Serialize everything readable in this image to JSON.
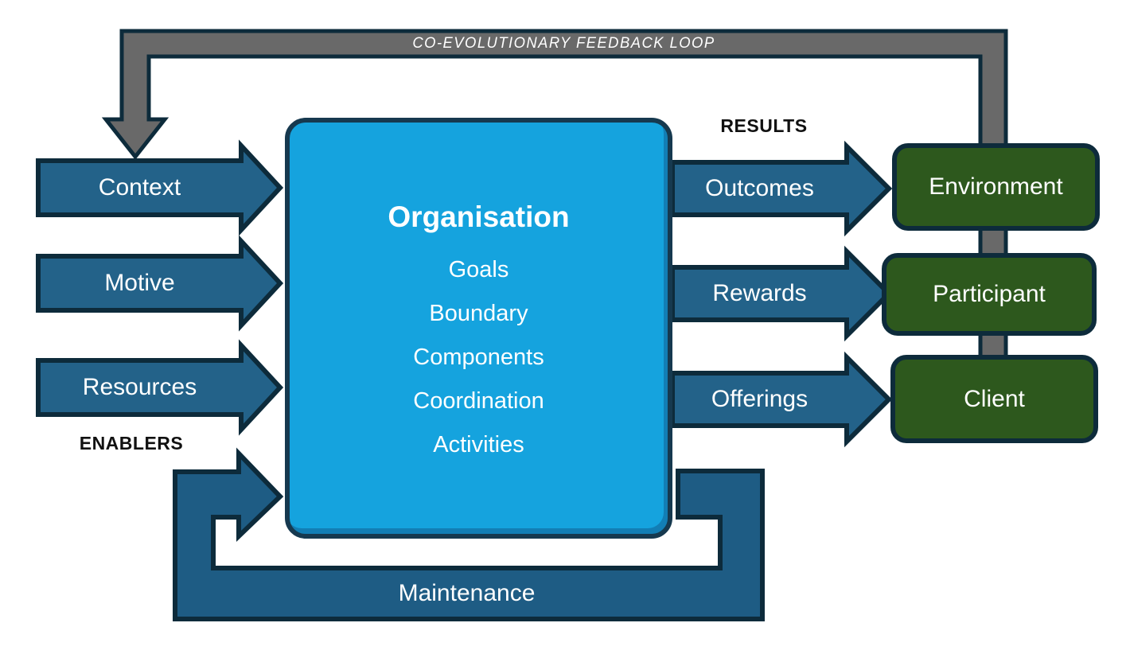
{
  "diagram": {
    "feedback_loop_label": "CO-EVOLUTIONARY FEEDBACK LOOP",
    "enablers": {
      "heading": "ENABLERS",
      "arrows": [
        "Context",
        "Motive",
        "Resources"
      ]
    },
    "organisation": {
      "title": "Organisation",
      "items": [
        "Goals",
        "Boundary",
        "Components",
        "Coordination",
        "Activities"
      ]
    },
    "results": {
      "heading": "RESULTS",
      "arrows": [
        "Outcomes",
        "Rewards",
        "Offerings"
      ]
    },
    "entities": [
      "Environment",
      "Participant",
      "Client"
    ],
    "maintenance_label": "Maintenance",
    "colors": {
      "arrow_teal": "#236289",
      "maintenance_teal": "#1E5C84",
      "outline_navy": "#0D2B3B",
      "organisation_blue": "#15A3DE",
      "entity_green": "#2D581D",
      "loop_gray": "#696969"
    }
  }
}
